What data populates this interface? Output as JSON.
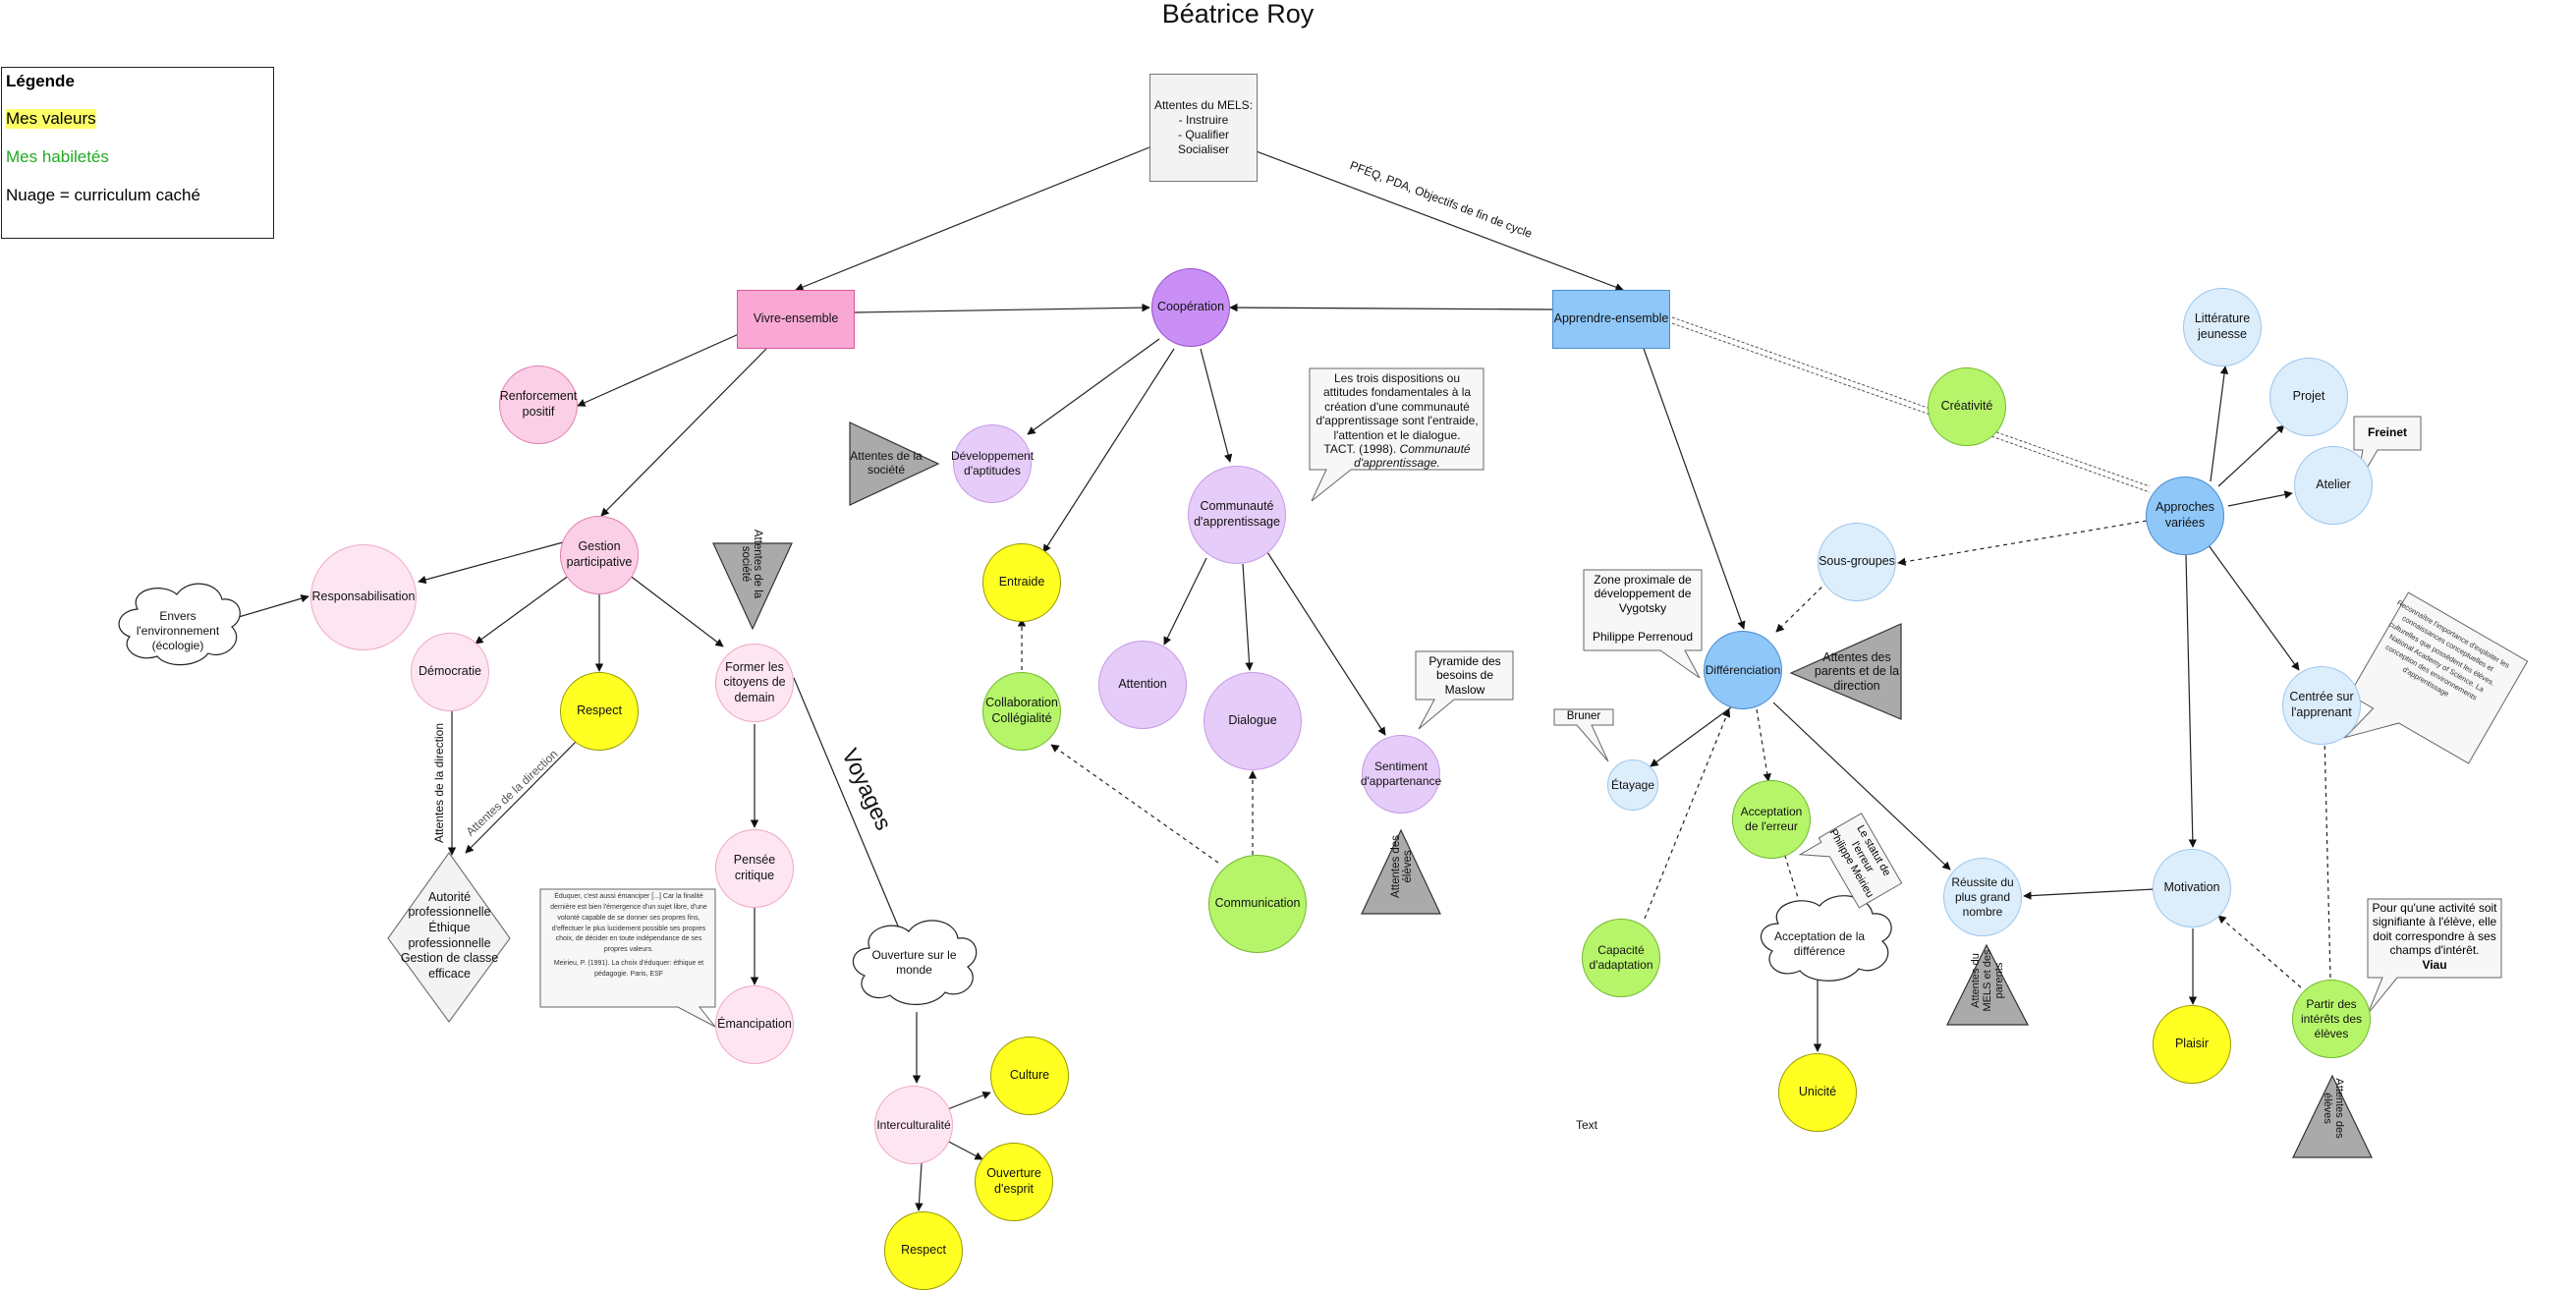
{
  "title": "Béatrice Roy",
  "legend": {
    "title": "Légende",
    "values": "Mes valeurs",
    "skills": "Mes habiletés",
    "cloud": "Nuage = curriculum caché"
  },
  "colors": {
    "pink": "#f9a8d4",
    "purple": "#c98ff5",
    "yellow": "#ffff22",
    "green": "#b6f56a",
    "blue": "#8ec7f8",
    "grey": "#aaaaaa",
    "values_highlight": "#ffff66",
    "skills_text": "#22aa22"
  },
  "nodes": {
    "mels": "Attentes du MELS:\n- Instruire\n- Qualifier\nSocialiser",
    "vivre": "Vivre-ensemble",
    "apprendre": "Apprendre-ensemble",
    "cooperation": "Coopération",
    "renforcement": "Renforcement\npositif",
    "gestion": "Gestion\nparticipative",
    "responsabilisation": "Responsabilisation",
    "environnement": "Envers\nl'environnement\n(écologie)",
    "democratie": "Démocratie",
    "respect1": "Respect",
    "citoyens": "Former les\ncitoyens de\ndemain",
    "autorite": "Autorité\nprofessionnelle\nÉthique\nprofessionnelle\nGestion de classe\nefficace",
    "pensee": "Pensée\ncritique",
    "emancipation": "Émancipation",
    "ouverture_monde": "Ouverture sur le\nmonde",
    "interculturalite": "Interculturalité",
    "culture": "Culture",
    "ouverture_esprit": "Ouverture\nd'esprit",
    "respect2": "Respect",
    "dev_aptitudes": "Développement\nd'aptitudes",
    "entraide": "Entraide",
    "collaboration": "Collaboration\nCollégialité",
    "communaute": "Communauté\nd'apprentissage",
    "attention": "Attention",
    "dialogue": "Dialogue",
    "sentiment": "Sentiment\nd'appartenance",
    "communication": "Communication",
    "creativite": "Créativité",
    "differenciation": "Différenciation",
    "sous_groupes": "Sous-groupes",
    "etayage": "Étayage",
    "acceptation_erreur": "Acceptation\nde l'erreur",
    "acceptation_difference": "Acceptation de la\ndifférence",
    "unicite": "Unicité",
    "capacite": "Capacité\nd'adaptation",
    "reussite": "Réussite du\nplus grand\nnombre",
    "approches": "Approches\nvariées",
    "litterature": "Littérature\njeunesse",
    "projet": "Projet",
    "atelier": "Atelier",
    "centree": "Centrée sur\nl'apprenant",
    "motivation": "Motivation",
    "plaisir": "Plaisir",
    "partir": "Partir des\nintérêts des\nélèves",
    "text_label": "Text"
  },
  "triangles": {
    "societe1": "Attentes de la\nsociété",
    "societe2": "Attentes de la\nsociété",
    "eleves1": "Attentes des\nélèves",
    "parents": "Attentes des\nparents et de la\ndirection",
    "mels_parents": "Attentes du\nMELS et des\nparents",
    "eleves2": "Attentes des\nélèves"
  },
  "callouts": {
    "dispositions_line1": "Les trois  dispositions ou\nattitudes fondamentales à la\ncréation d'une communauté\nd'apprentissage sont l'entraide,\nl'attention et le dialogue.\nTACT. (1998).",
    "dispositions_italic": "Communauté\nd'apprentissage.",
    "maslow": "Pyramide des\nbesoins de\nMaslow",
    "vygotsky": "Zone proximale de\ndéveloppement de\nVygotsky\n\nPhilippe Perrenoud",
    "bruner": "Bruner",
    "freinet": "Freinet",
    "statut": "Le statut de\nl'erreur\nPhilippe Meirieu",
    "meirieu_quote": "Éduquer, c'est aussi émanciper [...] Car la finalité dernière est bien l'émergence d'un sujet libre, d'une volonté capable de se donner ses propres fins, d'effectuer le plus lucidement possible ses propres choix, de décider en toute indépendance de ses propres valeurs.",
    "meirieu_ref": "Meirieu, P. (1991). La choix d'éduquer: éthique et pédagogie. Paris, ESF",
    "viau_text": "Pour qu'une activité soit\nsignifiante à l'élève, elle\ndoit correspondre à ses\nchamps d'intérêt.",
    "viau_author": "Viau",
    "national_academy": "Reconnaître l'importance d'exploiter les connaissances conceptuelles et culturelles que possèdent les élèves. National Academy of Science. La conception des environnements d'apprentissage"
  },
  "edge_labels": {
    "pfeq": "PFÉQ, PDA, Objectifs de fin de cycle",
    "attentes_direction1": "Attentes de la direction",
    "attentes_direction2": "Attentes de la direction",
    "voyages": "Voyages"
  }
}
